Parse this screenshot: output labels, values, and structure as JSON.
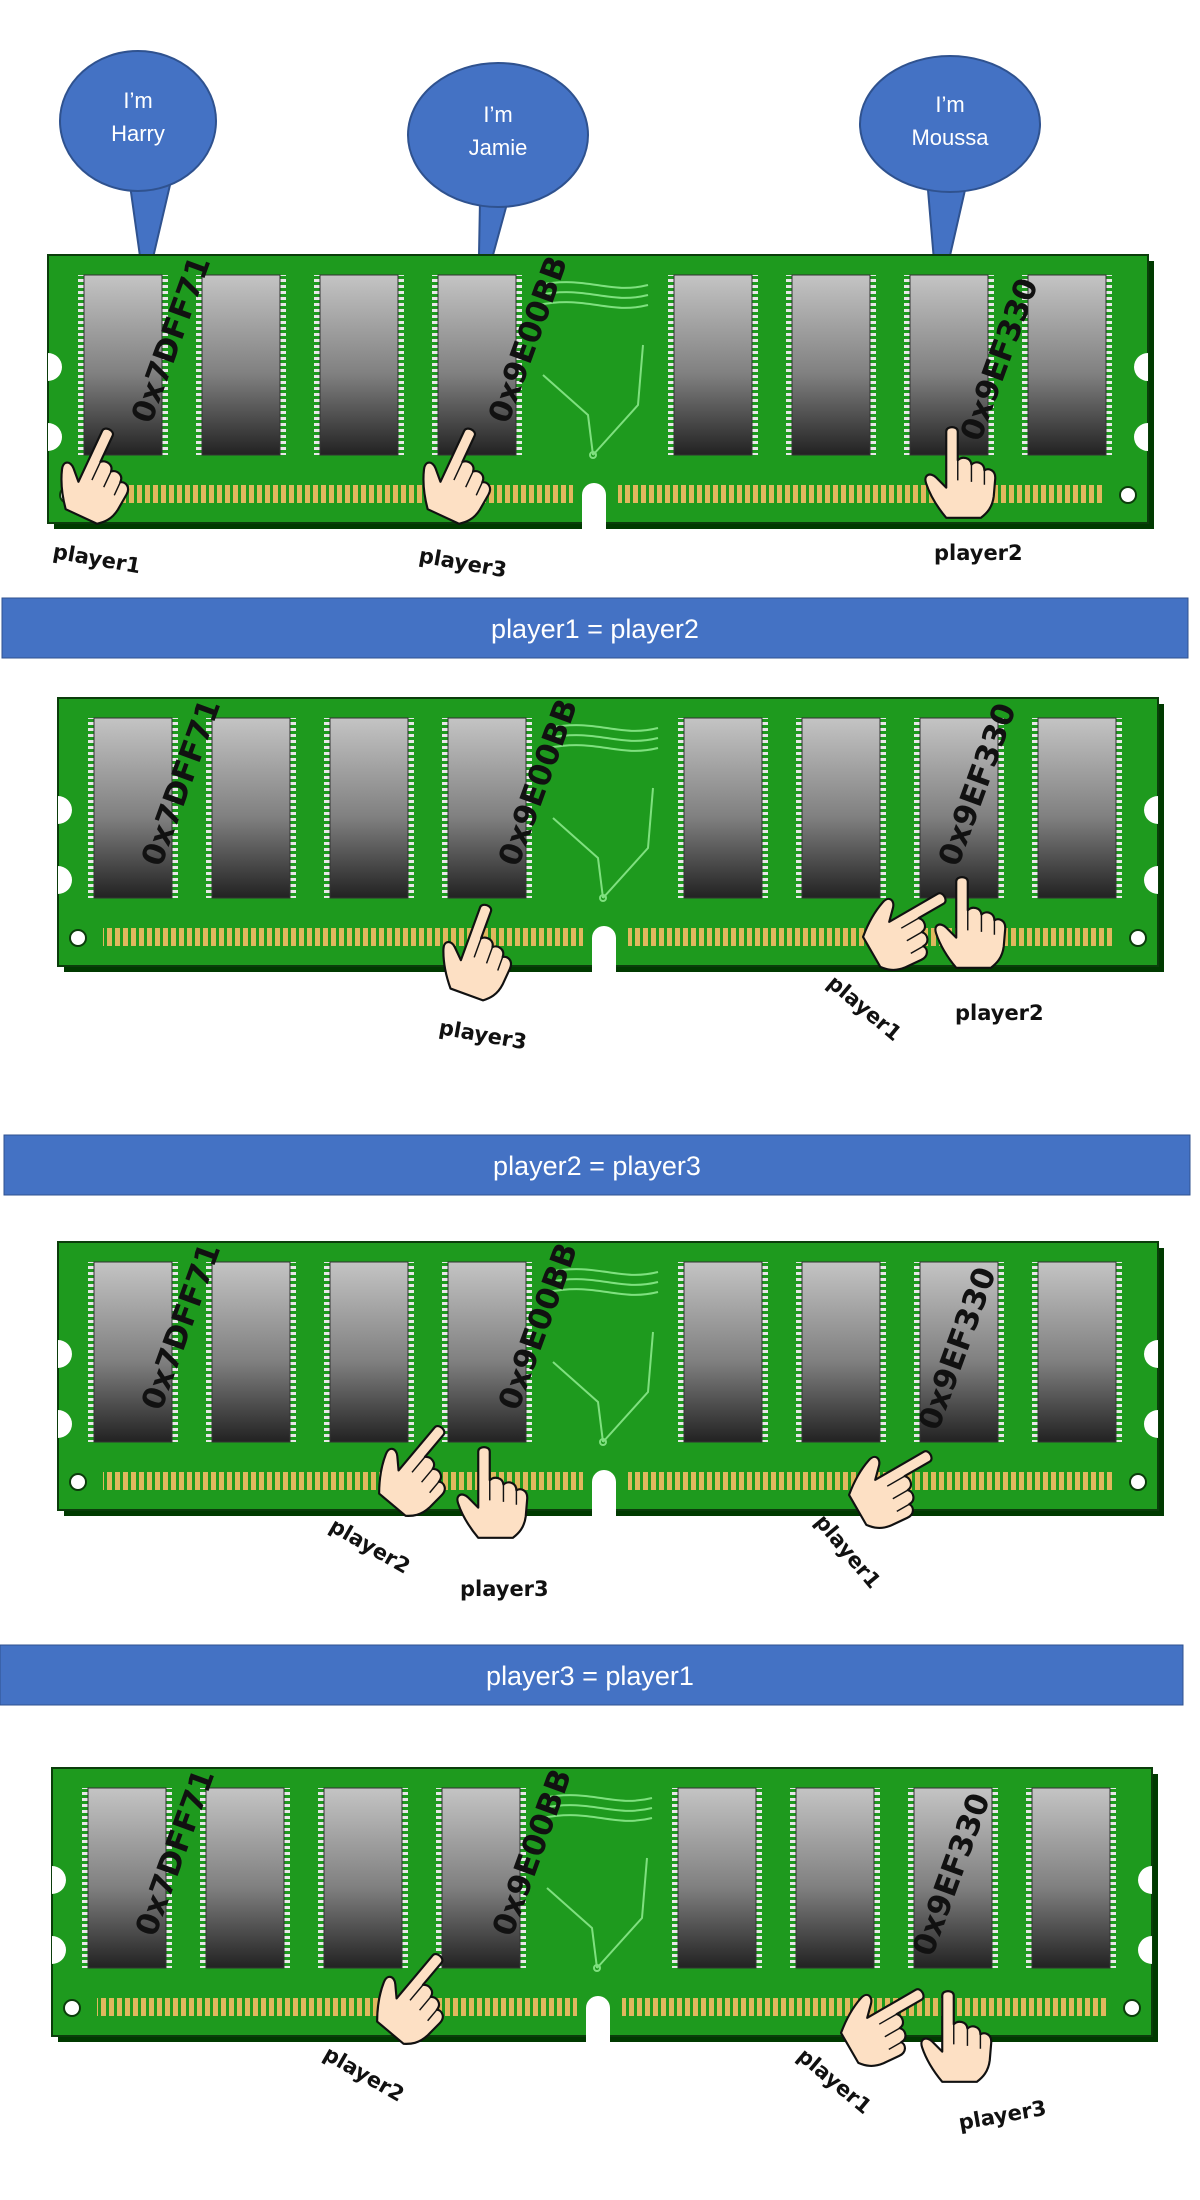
{
  "speech_bubbles": [
    {
      "line1": "I’m",
      "line2": "Harry"
    },
    {
      "line1": "I’m",
      "line2": "Jamie"
    },
    {
      "line1": "I’m",
      "line2": "Moussa"
    }
  ],
  "addresses": [
    "0x7DFF71",
    "0x9E00BB",
    "0x9EF330"
  ],
  "banners": [
    "player1 = player2",
    "player2 = player3",
    "player3 = player1"
  ],
  "panels": [
    {
      "pointers": [
        {
          "label": "player1",
          "target": "0x7DFF71"
        },
        {
          "label": "player3",
          "target": "0x9E00BB"
        },
        {
          "label": "player2",
          "target": "0x9EF330"
        }
      ]
    },
    {
      "pointers": [
        {
          "label": "player3",
          "target": "0x9E00BB"
        },
        {
          "label": "player1",
          "target": "0x9EF330"
        },
        {
          "label": "player2",
          "target": "0x9EF330"
        }
      ]
    },
    {
      "pointers": [
        {
          "label": "player2",
          "target": "0x9E00BB"
        },
        {
          "label": "player3",
          "target": "0x9E00BB"
        },
        {
          "label": "player1",
          "target": "0x9EF330"
        }
      ]
    },
    {
      "pointers": [
        {
          "label": "player2",
          "target": "0x9E00BB"
        },
        {
          "label": "player1",
          "target": "0x9EF330"
        },
        {
          "label": "player3",
          "target": "0x9EF330"
        }
      ]
    }
  ],
  "colors": {
    "board": "#1e9a1e",
    "board_dark": "#0b5e0b",
    "banner": "#4472c4",
    "bubble": "#4472c4",
    "chip_top": "#bdbdbd",
    "chip_bottom": "#262626",
    "contact": "#e0b85e",
    "hand": "#fde0c4"
  }
}
